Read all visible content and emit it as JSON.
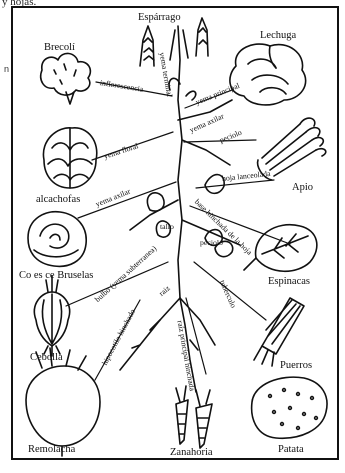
{
  "page": {
    "top_fragment": "y hojas.",
    "side_mark": "n"
  },
  "vegetables": {
    "esparrago": "Espárrago",
    "brecol": "Brecolí",
    "lechuga": "Lechuga",
    "alcachofas": "alcachofas",
    "apio": "Apio",
    "coles_de_bruselas": "Co es ce Bruselas",
    "espinacas": "Espinacas",
    "cebolla": "Cebolla",
    "puerros": "Puerros",
    "remolacha": "Remolacha",
    "zanahoria": "Zanahoria",
    "patata": "Patata"
  },
  "plant_parts": {
    "inflorescencia": "inflorescencia",
    "yema_terminal": "yema terminal",
    "yema_principal": "yema principal",
    "yema_floral": "yema floral",
    "yema_axilar_1": "yema axilar",
    "peciolo_1": "peciolo",
    "yema_axilar_2": "yema axilar",
    "hoja_lanceolada": "hoja lanceolada",
    "base_hoja": "base hinchada de la hoja",
    "tallo": "tallo",
    "peciolo_2": "peciolo",
    "bulbo": "bulbo (yema subterranea)",
    "raiz": "raiz",
    "tuberculo": "tuberculo",
    "hipocotilo": "hipocotilo hinchado",
    "raiz_principal": "raíz principal hinchada"
  }
}
